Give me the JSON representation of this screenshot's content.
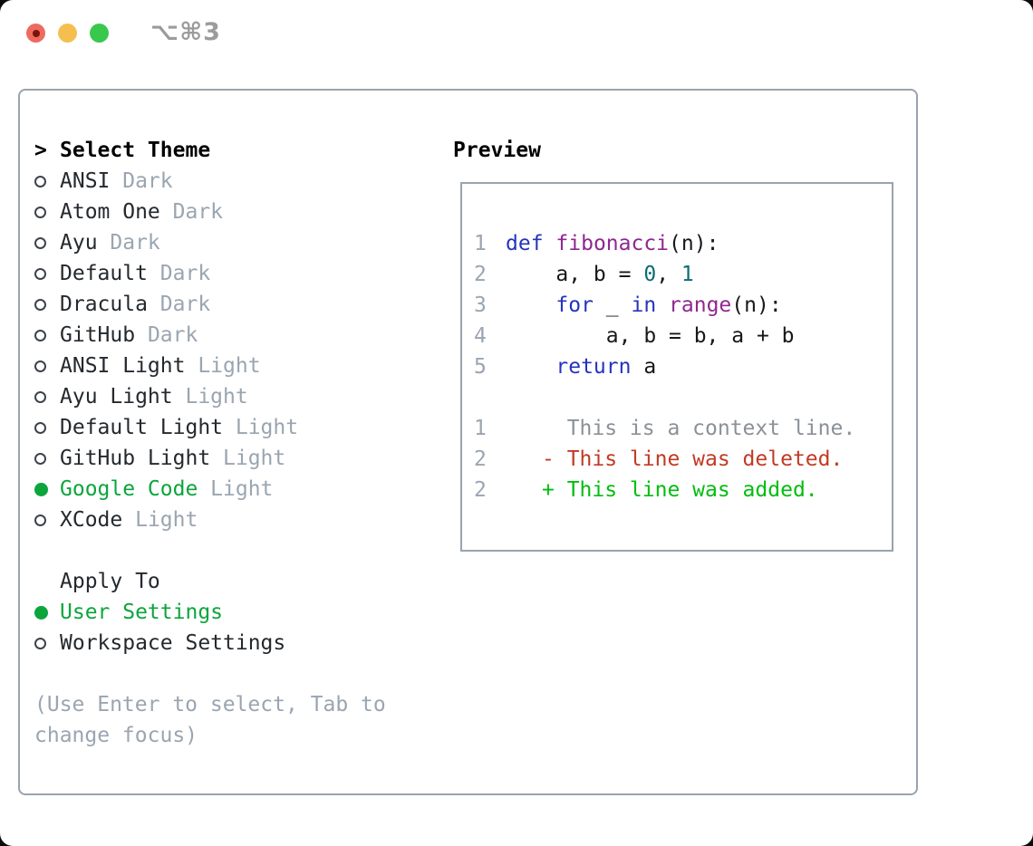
{
  "window": {
    "shortcut": "⌥⌘3",
    "traffic_lights": [
      "close",
      "minimize",
      "zoom"
    ]
  },
  "theme_panel": {
    "prompt": ">",
    "title": "Select Theme",
    "items": [
      {
        "name": "ANSI",
        "variant": "Dark",
        "selected": false
      },
      {
        "name": "Atom One",
        "variant": "Dark",
        "selected": false
      },
      {
        "name": "Ayu",
        "variant": "Dark",
        "selected": false
      },
      {
        "name": "Default",
        "variant": "Dark",
        "selected": false
      },
      {
        "name": "Dracula",
        "variant": "Dark",
        "selected": false
      },
      {
        "name": "GitHub",
        "variant": "Dark",
        "selected": false
      },
      {
        "name": "ANSI Light",
        "variant": "Light",
        "selected": false
      },
      {
        "name": "Ayu Light",
        "variant": "Light",
        "selected": false
      },
      {
        "name": "Default Light",
        "variant": "Light",
        "selected": false
      },
      {
        "name": "GitHub Light",
        "variant": "Light",
        "selected": false
      },
      {
        "name": "Google Code",
        "variant": "Light",
        "selected": true
      },
      {
        "name": "XCode",
        "variant": "Light",
        "selected": false
      }
    ],
    "apply_to": {
      "title": "Apply To",
      "options": [
        {
          "label": "User Settings",
          "selected": true
        },
        {
          "label": "Workspace Settings",
          "selected": false
        }
      ]
    },
    "hint": "(Use Enter to select, Tab to change focus)"
  },
  "preview": {
    "title": "Preview",
    "code_lines": [
      {
        "num": "1",
        "segments": [
          {
            "t": "def",
            "c": "k"
          },
          {
            "t": " ",
            "c": "p"
          },
          {
            "t": "fibonacci",
            "c": "f"
          },
          {
            "t": "(n):",
            "c": "p"
          }
        ]
      },
      {
        "num": "2",
        "segments": [
          {
            "t": "    a, b = ",
            "c": "p"
          },
          {
            "t": "0",
            "c": "n"
          },
          {
            "t": ", ",
            "c": "p"
          },
          {
            "t": "1",
            "c": "n"
          }
        ]
      },
      {
        "num": "3",
        "segments": [
          {
            "t": "    ",
            "c": "p"
          },
          {
            "t": "for",
            "c": "k"
          },
          {
            "t": " _ ",
            "c": "p"
          },
          {
            "t": "in",
            "c": "k"
          },
          {
            "t": " ",
            "c": "p"
          },
          {
            "t": "range",
            "c": "f"
          },
          {
            "t": "(n):",
            "c": "p"
          }
        ]
      },
      {
        "num": "4",
        "segments": [
          {
            "t": "        a, b = b, a + b",
            "c": "p"
          }
        ]
      },
      {
        "num": "5",
        "segments": [
          {
            "t": "    ",
            "c": "p"
          },
          {
            "t": "return",
            "c": "k"
          },
          {
            "t": " a",
            "c": "p"
          }
        ]
      }
    ],
    "diff_lines": [
      {
        "num": "1",
        "body": "  This is a context line.",
        "type": "context"
      },
      {
        "num": "2",
        "body": "- This line was deleted.",
        "type": "deleted"
      },
      {
        "num": "2",
        "body": "+ This line was added.",
        "type": "added"
      }
    ]
  },
  "colors": {
    "accent_green": "#0ba53c",
    "diff_added_green": "#00bd0f",
    "diff_deleted_red": "#c23a22",
    "syntax_keyword_blue": "#2434bd",
    "syntax_function_purple": "#90278f",
    "syntax_number_teal": "#0d6c72",
    "muted_gray": "#9aa5b1",
    "border_gray": "#9aa3ae",
    "traffic_red": "#ee6a5f",
    "traffic_yellow": "#f5bf4f",
    "traffic_green": "#39c84e"
  }
}
